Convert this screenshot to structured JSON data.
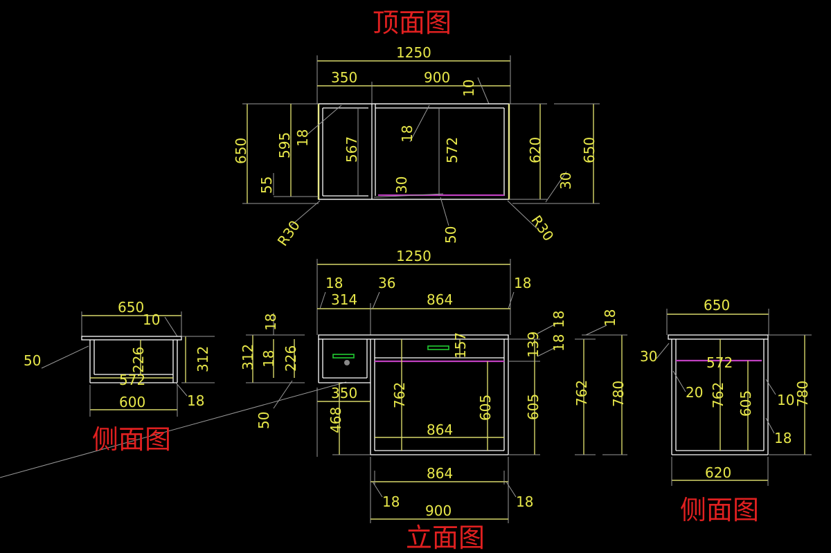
{
  "view_titles": {
    "top": "顶面图",
    "side_left": "侧面图",
    "front": "立面图",
    "side_right": "侧面图"
  },
  "top_view": {
    "w_total": "1250",
    "w_left": "350",
    "w_right": "900",
    "t10": "10",
    "h_650_left": "650",
    "h_595": "595",
    "t18a": "18",
    "h_567": "567",
    "t18b": "18",
    "h_572": "572",
    "h_620": "620",
    "h_650_right": "650",
    "t55": "55",
    "t30a": "30",
    "t30b": "30",
    "r_left": "R30",
    "t50": "50",
    "r_right": "R30"
  },
  "front_view": {
    "w_total": "1250",
    "t18l": "18",
    "t36": "36",
    "t18r": "18",
    "w_314": "314",
    "w_864_top": "864",
    "t18v1": "18",
    "h_312": "312",
    "t18v2": "18",
    "h_226": "226",
    "t50": "50",
    "w_350": "350",
    "h_468": "468",
    "h_762": "762",
    "t157": "157",
    "w_864_mid": "864",
    "h_605_inner": "605",
    "h_139": "139",
    "t18r1": "18",
    "t18r2": "18",
    "h_605": "605",
    "h_762_r": "762",
    "h_780": "780",
    "t18r3": "18",
    "w_864_bot": "864",
    "t18b1": "18",
    "t18b2": "18",
    "w_900": "900"
  },
  "side_left_view": {
    "w_650": "650",
    "t10": "10",
    "t50": "50",
    "h_226": "226",
    "h_312": "312",
    "w_572": "572",
    "w_600": "600",
    "t18": "18"
  },
  "side_right_view": {
    "w_650": "650",
    "t30": "30",
    "w_572": "572",
    "t20": "20",
    "h_762": "762",
    "h_605": "605",
    "t10": "10",
    "h_780": "780",
    "t18": "18",
    "w_620": "620"
  },
  "colors": {
    "background": "#000000",
    "title": "#e02020",
    "dimension_text": "#e8e84a",
    "geometry": "#ffffff",
    "highlight": "#c040c0",
    "handle": "#22cc33"
  }
}
